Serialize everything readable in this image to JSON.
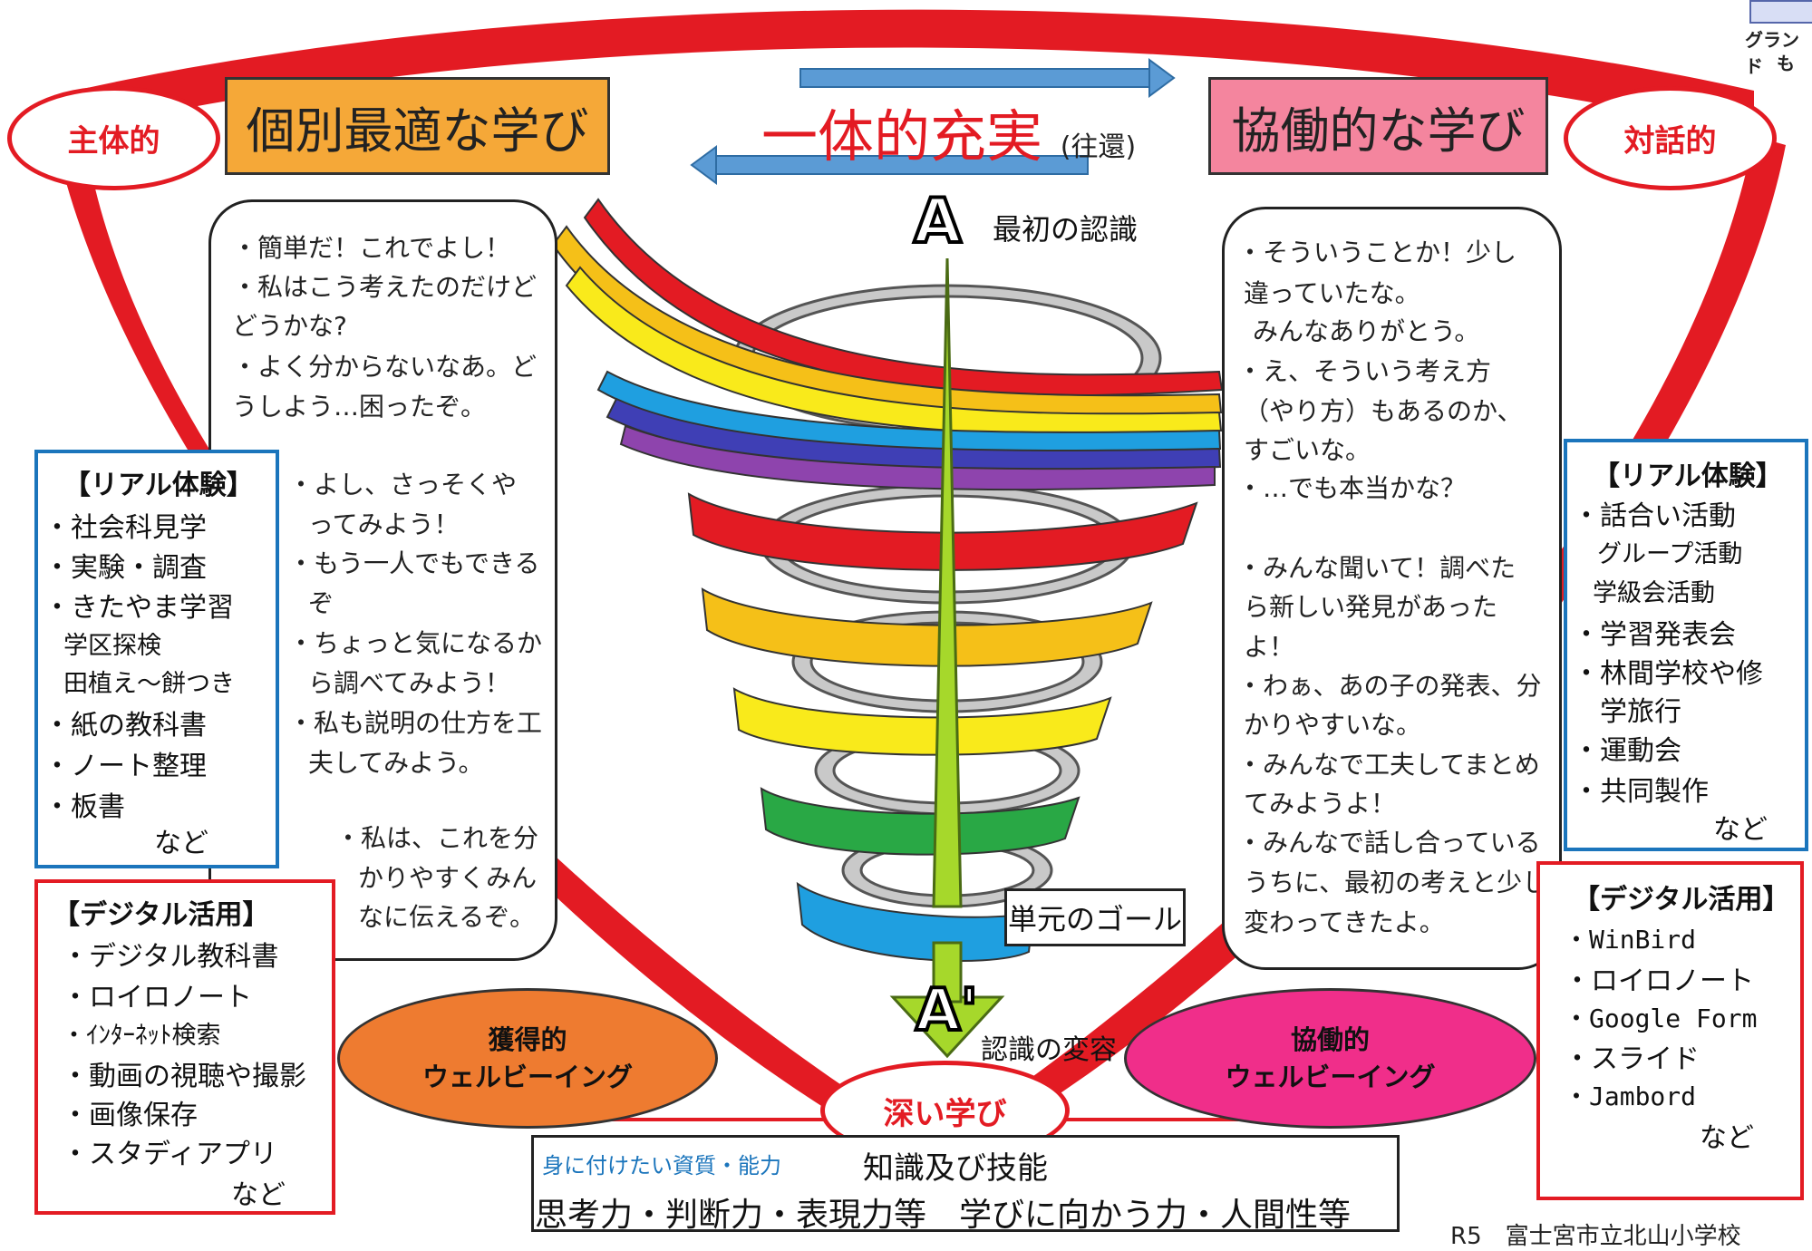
{
  "top_right_fragment": {
    "line1": "グランド",
    "line2": "も"
  },
  "individual_title": "個別最適な学び",
  "collab_title": "協働的な学び",
  "center_title": "一体的充実",
  "center_title_note": "(往還)",
  "left_ellipse": "主体的",
  "right_ellipse": "対話的",
  "bottom_ellipse": "深い学び",
  "point_a_letter": "A",
  "point_a_label": "最初の認識",
  "point_a2_letter": "A'",
  "point_a2_label": "認識の変容",
  "goal_label": "単元のゴール",
  "left_bubble_lines": [
    "・簡単だ！これでよし！",
    "・私はこう考えたのだけど",
    "どうかな?",
    "・よく分からないなあ。ど",
    "うしよう…困ったぞ。",
    "・よし、さっそくや",
    "ってみよう！",
    "・もう一人でもできる",
    "ぞ",
    "・ちょっと気になるか",
    "ら調べてみよう！",
    "・私も説明の仕方を工",
    "夫してみよう。",
    "・私は、これを分",
    "かりやすくみん",
    "なに伝えるぞ。"
  ],
  "right_bubble_lines": [
    "・そういうことか！少し",
    "違っていたな。",
    "みんなありがとう。",
    "・え、そういう考え方",
    "（やり方）もあるのか、",
    "すごいな。",
    "・…でも本当かな？",
    "・みんな聞いて！調べた",
    "ら新しい発見があった",
    "よ！",
    "・わぁ、あの子の発表、分",
    "かりやすいな。",
    "・みんなで工夫してまとめ",
    "てみようよ！",
    "・みんなで話し合っている",
    "うちに、最初の考えと少し",
    "変わってきたよ。"
  ],
  "left_real": {
    "title": "【リアル体験】",
    "items": [
      "・社会科見学",
      "・実験・調査",
      "・きたやま学習",
      "学区探検",
      "田植え～餅つき",
      "・紙の教科書",
      "・ノート整理",
      "・板書",
      "など"
    ]
  },
  "left_digital": {
    "title": "【デジタル活用】",
    "items": [
      "・デジタル教科書",
      "・ロイロノート",
      "・ｲﾝﾀｰﾈｯﾄ検索",
      "・動画の視聴や撮影",
      "・画像保存",
      "・スタディアプリ",
      "など"
    ]
  },
  "right_real": {
    "title": "【リアル体験】",
    "items": [
      "・話合い活動",
      "グループ活動",
      "学級会活動",
      "・学習発表会",
      "・林間学校や修",
      "学旅行",
      "・運動会",
      "・共同製作",
      "など"
    ]
  },
  "right_digital": {
    "title": "【デジタル活用】",
    "items": [
      "・WinBird",
      "・ロイロノート",
      "・Google Form",
      "・スライド",
      "・Jambord",
      "など"
    ]
  },
  "wellbeing_left": {
    "line1": "獲得的",
    "line2": "ウェルビーイング"
  },
  "wellbeing_right": {
    "line1": "協働的",
    "line2": "ウェルビーイング"
  },
  "bottom": {
    "label": "身に付けたい資質・能力",
    "line1": "知識及び技能",
    "line2": "思考力・判断力・表現力等　学びに向かう力・人間性等"
  },
  "footer_fragment": "R5　富士宮市立北山小学校",
  "colors": {
    "red_outline": "#e31b23",
    "individual_fill": "#f5a838",
    "collab_fill": "#f4859e",
    "arrow_blue": "#5b9bd5",
    "stem_green": "#a6d82b",
    "wellbeing_left_fill": "#ee7b30",
    "wellbeing_right_fill": "#f02e8a",
    "blue_border": "#1b75bc"
  }
}
